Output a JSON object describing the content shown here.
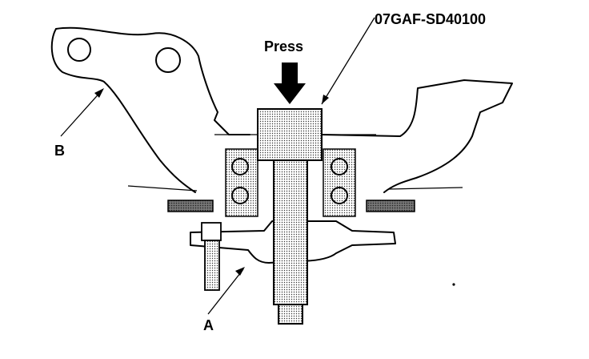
{
  "labels": {
    "tool": "07GAF-SD40100",
    "press": "Press",
    "callout_a": "A",
    "callout_b": "B"
  }
}
